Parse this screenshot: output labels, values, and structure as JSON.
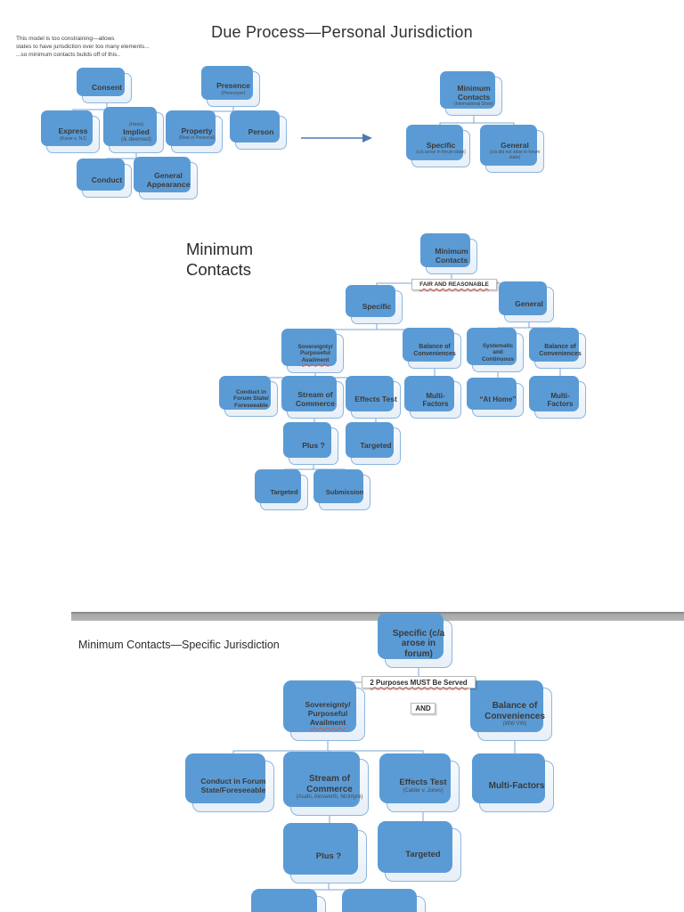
{
  "colors": {
    "node_blue": "#5b9bd5",
    "node_fill": "#e7eff8",
    "node_border": "#8db6de",
    "connector": "#7aa7d4",
    "divider_gray": "#a8a8a8",
    "spellcheck_red": "#c9584c"
  },
  "diagram1": {
    "title": "Due Process—Personal Jurisdiction",
    "note_lines": [
      "This model is too constraining—allows",
      "states to have jurisdiction over too many elements...",
      "...so minimum contacts builds off of this.."
    ],
    "nodes": {
      "consent": {
        "label": "Consent"
      },
      "express": {
        "label": "Express",
        "sub": "(Kane v. NJ)"
      },
      "implied": {
        "pre": "(Hess)",
        "label": "Implied",
        "sub": "(& deemed)"
      },
      "conduct": {
        "label": "Conduct"
      },
      "general_appearance": {
        "label": "General Appearance"
      },
      "presence": {
        "label": "Presence",
        "sub": "(Pennoyer)"
      },
      "property": {
        "label": "Property",
        "sub": "(Real or Personal)"
      },
      "person": {
        "label": "Person"
      },
      "minimum_contacts": {
        "label": "Minimum Contacts",
        "sub": "(International Shoe)"
      },
      "specific": {
        "label": "Specific",
        "sub": "(c/a arose in  forum state)"
      },
      "general": {
        "label": "General",
        "sub": "(c/a did not arise in forum state)"
      }
    }
  },
  "diagram2": {
    "title_lines": [
      "Minimum",
      "Contacts"
    ],
    "fair_label": "FAIR AND REASONABLE",
    "nodes": {
      "minimum_contacts": {
        "label": "Minimum Contacts"
      },
      "specific": {
        "label": "Specific"
      },
      "general": {
        "label": "General"
      },
      "sovereignty": {
        "lines": [
          "Sovereignty/",
          "Purposeful",
          "Availment"
        ]
      },
      "balance_specific": {
        "label": "Balance of Conveniences"
      },
      "systematic": {
        "lines": [
          "Systematic",
          "and",
          "Continuous"
        ]
      },
      "balance_general": {
        "label": "Balance of Conveniences"
      },
      "conduct_forum": {
        "lines": [
          "Conduct in",
          "Forum State/",
          "Foreseeable"
        ]
      },
      "stream": {
        "label": "Stream of Commerce"
      },
      "effects": {
        "label": "Effects Test"
      },
      "multi_specific": {
        "label": "Multi-Factors"
      },
      "at_home": {
        "label": "“At Home”"
      },
      "multi_general": {
        "label": "Multi-Factors"
      },
      "plus": {
        "label": "Plus ?"
      },
      "targeted_effects": {
        "label": "Targeted"
      },
      "targeted_plus": {
        "label": "Targeted"
      },
      "submission": {
        "label": "Submission"
      }
    }
  },
  "diagram3": {
    "title": "Minimum Contacts—Specific Jurisdiction",
    "purposes_label": "2 Purposes MUST Be Served",
    "and_label": "AND",
    "nodes": {
      "specific": {
        "label": "Specific (c/a arose in forum)"
      },
      "sovereignty": {
        "lines": [
          "Sovereignty/",
          "Purposeful",
          "Availment"
        ]
      },
      "balance": {
        "label": "Balance of Conveniences",
        "sub": "(WW VW)"
      },
      "conduct_forum": {
        "label": "Conduct in Forum State/Foreseeable"
      },
      "stream": {
        "label": "Stream of Commerce",
        "sub": "(Asahi, Ainsworth, McIntyre)"
      },
      "effects": {
        "label": "Effects Test",
        "sub": "(Calder v. Jones)"
      },
      "multi": {
        "label": "Multi-Factors"
      },
      "plus": {
        "label": "Plus ?"
      },
      "targeted": {
        "label": "Targeted"
      }
    }
  }
}
